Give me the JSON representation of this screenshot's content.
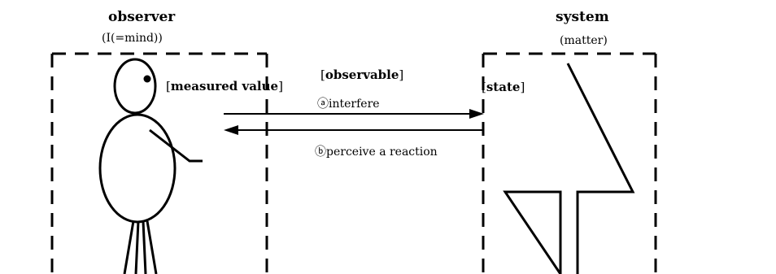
{
  "observer": {
    "title": "observer",
    "subtitle": "(I(=mind))",
    "measured_value": "measured value"
  },
  "system": {
    "title": "system",
    "subtitle": "(matter)",
    "state": "state"
  },
  "observable": "observable",
  "arrows": {
    "interfere_marker": "ⓐ",
    "interfere_text": "interfere",
    "perceive_marker": "ⓑ",
    "perceive_text": "perceive a reaction"
  },
  "brackets": {
    "open": "[",
    "close": "]"
  },
  "colors": {
    "ink": "#000000",
    "background": "#ffffff"
  }
}
